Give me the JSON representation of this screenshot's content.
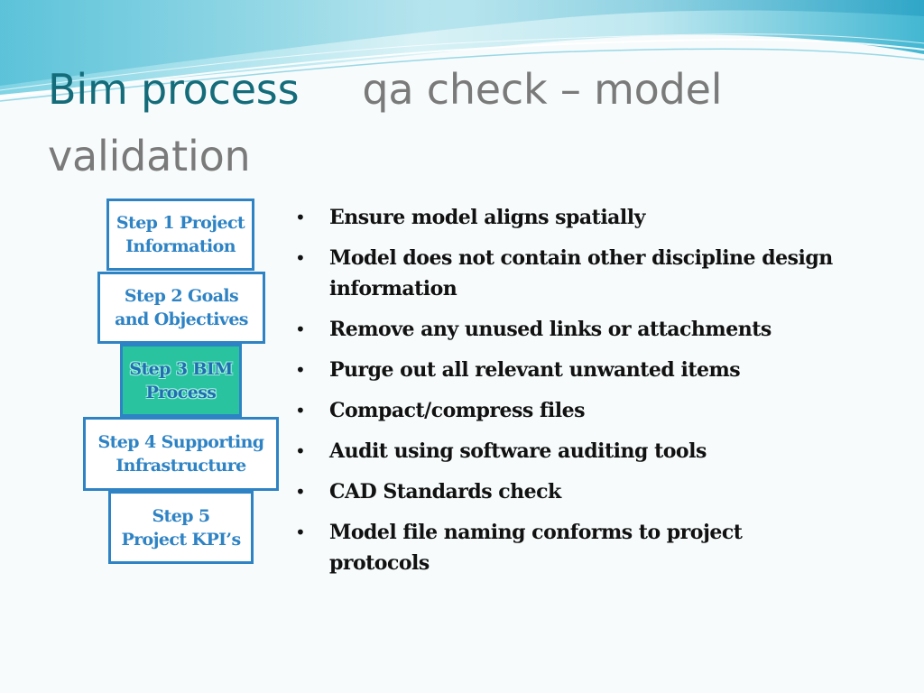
{
  "title": {
    "main": "Bim process",
    "sub": "qa check – model validation"
  },
  "steps": [
    {
      "label": "Step 1 Project\nInformation",
      "active": false
    },
    {
      "label": "Step 2 Goals\nand Objectives",
      "active": false
    },
    {
      "label": "Step 3 BIM\nProcess",
      "active": true
    },
    {
      "label": "Step 4 Supporting\nInfrastructure",
      "active": false
    },
    {
      "label": "Step 5\nProject KPI’s",
      "active": false
    }
  ],
  "bullets": [
    "Ensure model aligns spatially",
    "Model does not contain other discipline design information",
    "Remove any unused links or attachments",
    "Purge out all relevant unwanted items",
    "Compact/compress files",
    "Audit using software auditing tools",
    "CAD Standards check",
    "Model file naming conforms to project protocols"
  ],
  "bullet_symbol": "•",
  "colors": {
    "title_main": "#146c7a",
    "title_sub": "#7a7a7a",
    "step_border": "#2e83c4",
    "step_active_fill": "#29c3a0",
    "wave_light": "#bfe8f0",
    "wave_mid": "#5cc3dc"
  }
}
